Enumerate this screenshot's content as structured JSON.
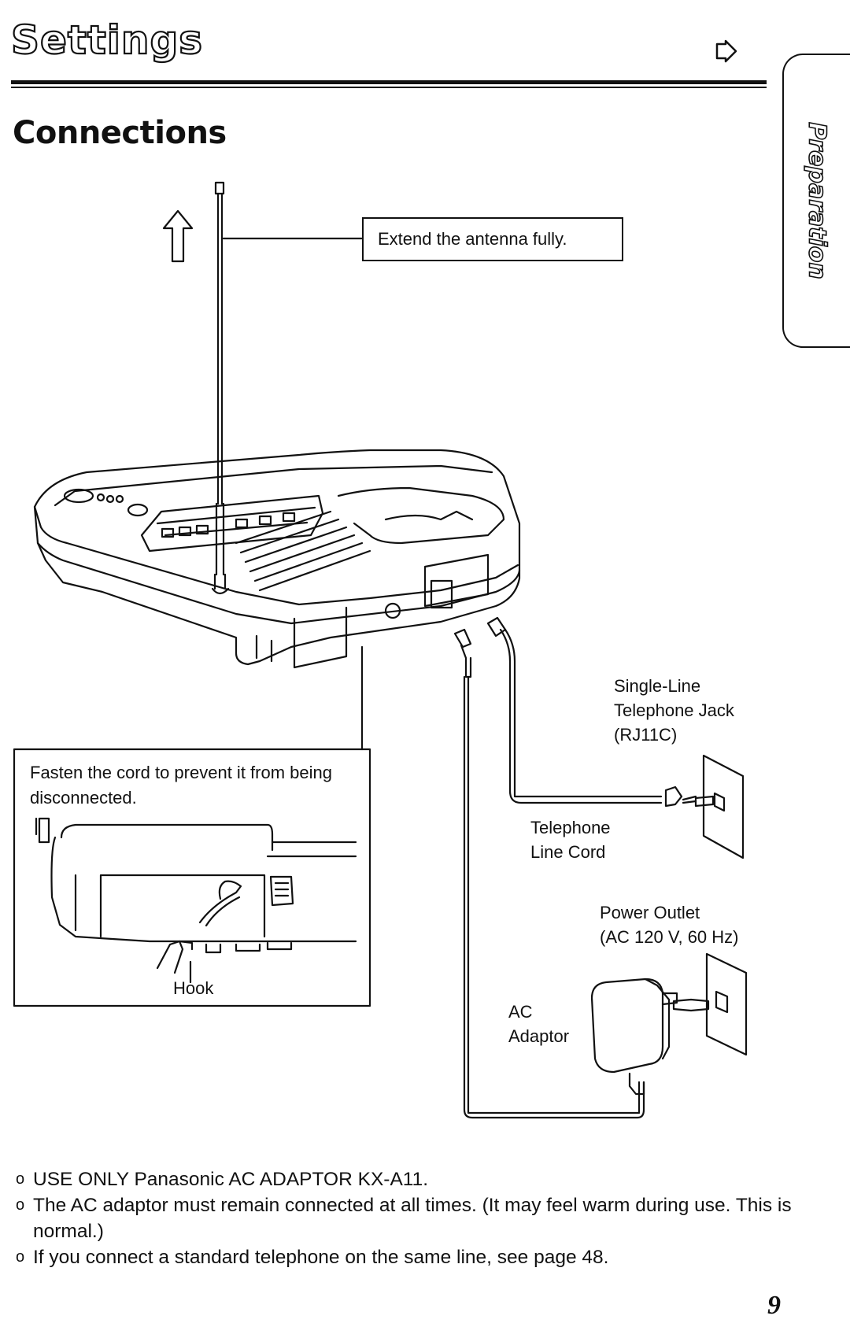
{
  "header": {
    "title": "Settings",
    "continue_icon": "arrow-right-outline-icon"
  },
  "side_tab": {
    "label": "Preparation"
  },
  "section": {
    "title": "Connections"
  },
  "diagram": {
    "antenna_callout": "Extend the antenna fully.",
    "phone_jack_label": "Single-Line\nTelephone Jack\n(RJ11C)",
    "line_cord_label": "Telephone\nLine Cord",
    "power_outlet_label": "Power Outlet\n(AC 120 V, 60 Hz)",
    "ac_adaptor_label": "AC\nAdaptor",
    "inset_text": "Fasten the cord to prevent it from being disconnected.",
    "hook_label": "Hook"
  },
  "notes": [
    "USE ONLY Panasonic AC ADAPTOR KX-A11.",
    "The AC adaptor must remain connected at all times. (It may feel warm during use. This is normal.)",
    "If you connect a standard telephone on the same line, see page 48."
  ],
  "page_number": "9"
}
